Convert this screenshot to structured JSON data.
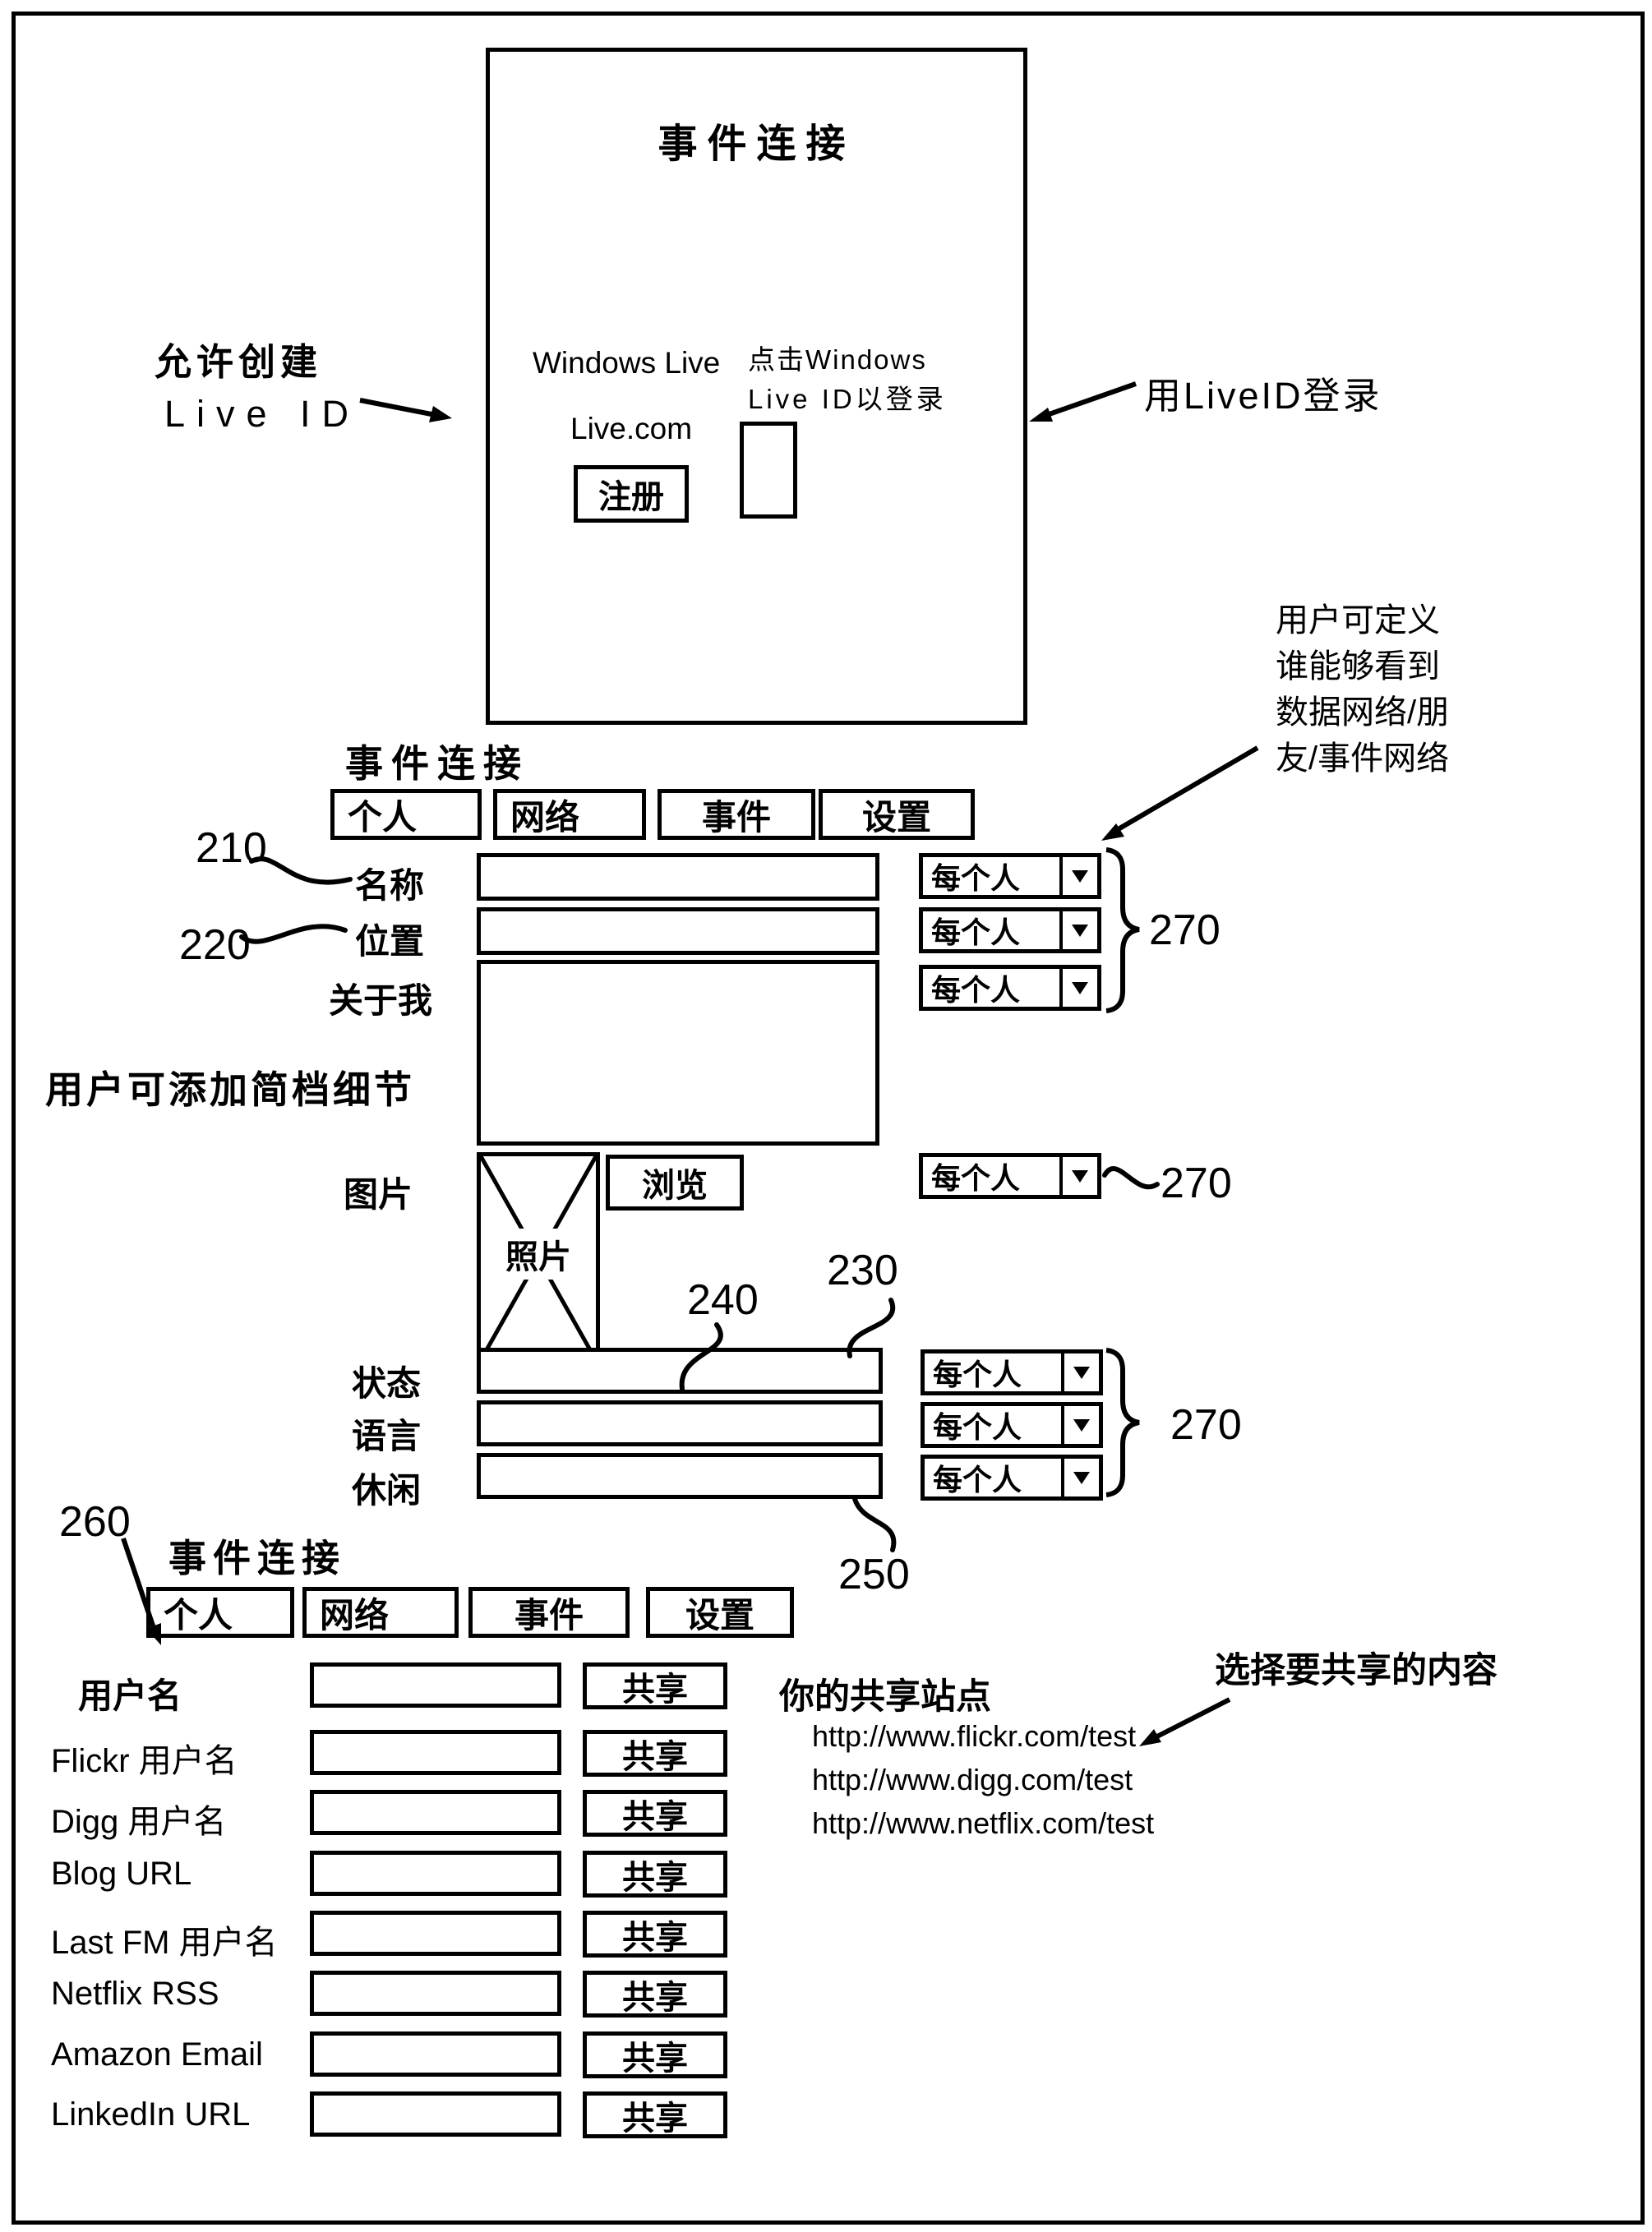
{
  "figure": {
    "top_window": {
      "title": "事件连接",
      "brand_line1": "Windows Live",
      "brand_line2": "Live.com",
      "register_button": "注册",
      "signin_hint_line1": "点击Windows",
      "signin_hint_line2": "Live ID以登录"
    },
    "annotations": {
      "allow_create_line1": "允许创建",
      "allow_create_line2": "Live ID",
      "login_with_liveid": "用LiveID登录",
      "visibility_note_lines": [
        "用户可定义",
        "谁能够看到",
        "数据网络/朋",
        "友/事件网络"
      ],
      "profile_note": "用户可添加简档细节",
      "select_share_note": "选择要共享的内容",
      "refs": {
        "r210": "210",
        "r220": "220",
        "r230": "230",
        "r240": "240",
        "r250": "250",
        "r260": "260",
        "r270": "270"
      }
    },
    "profile_section": {
      "title": "事件连接",
      "tabs": [
        "个人",
        "网络",
        "事件",
        "设置"
      ],
      "fields": {
        "name_label": "名称",
        "location_label": "位置",
        "about_label": "关于我",
        "picture_label": "图片",
        "photo_placeholder": "照片",
        "browse_button": "浏览",
        "status_label": "状态",
        "language_label": "语言",
        "leisure_label": "休闲"
      },
      "visibility_value": "每个人"
    },
    "sharing_section": {
      "title": "事件连接",
      "tabs": [
        "个人",
        "网络",
        "事件",
        "设置"
      ],
      "share_button": "共享",
      "rows": [
        {
          "label": "用户名"
        },
        {
          "label": "Flickr 用户名"
        },
        {
          "label": "Digg 用户名"
        },
        {
          "label": "Blog URL"
        },
        {
          "label": "Last FM 用户名"
        },
        {
          "label": "Netflix RSS"
        },
        {
          "label": "Amazon Email"
        },
        {
          "label": "LinkedIn URL"
        }
      ],
      "sites_title": "你的共享站点",
      "site_urls": [
        "http://www.flickr.com/test",
        "http://www.digg.com/test",
        "http://www.netflix.com/test"
      ]
    }
  }
}
